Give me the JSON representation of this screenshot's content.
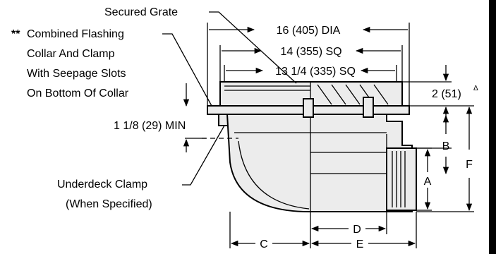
{
  "labels": {
    "secured_grate": "Secured Grate",
    "flashing_marker": "**",
    "flashing_line1": "Combined Flashing",
    "flashing_line2": "Collar And Clamp",
    "flashing_line3": "With Seepage Slots",
    "flashing_line4": "On Bottom Of Collar",
    "min_clearance": "1 1/8 (29) MIN",
    "underdeck_line1": "Underdeck Clamp",
    "underdeck_line2": "(When Specified)"
  },
  "dimensions": {
    "dia": "16 (405) DIA",
    "sq_outer": "14 (355) SQ",
    "sq_inner": "13 1/4 (335) SQ",
    "height": "2 (51)",
    "height_note": "Δ",
    "a": "A",
    "b": "B",
    "c": "C",
    "d": "D",
    "e": "E",
    "f": "F"
  }
}
